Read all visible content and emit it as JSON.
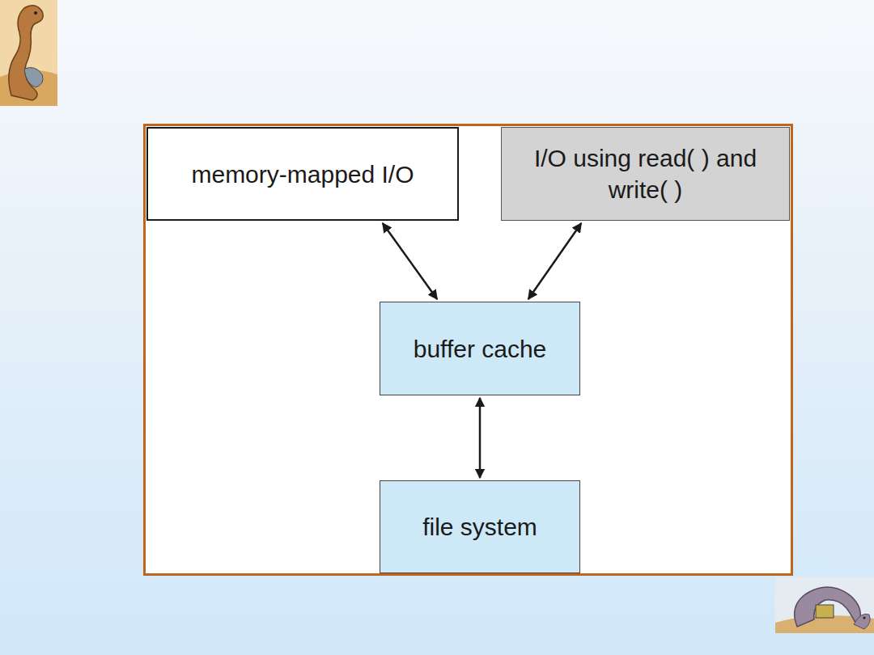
{
  "diagram": {
    "nodes": [
      {
        "text": [
          "memory-mapped I/O"
        ]
      },
      {
        "text": [
          "I/O using read( ) and write( )"
        ]
      },
      {
        "text": [
          "buffer cache"
        ]
      },
      {
        "text": [
          "file system"
        ]
      }
    ],
    "edges": [
      {
        "from": 0,
        "to": 2,
        "arrow": "both"
      },
      {
        "from": 1,
        "to": 2,
        "arrow": "both"
      },
      {
        "from": 2,
        "to": 3,
        "arrow": "both"
      }
    ]
  }
}
